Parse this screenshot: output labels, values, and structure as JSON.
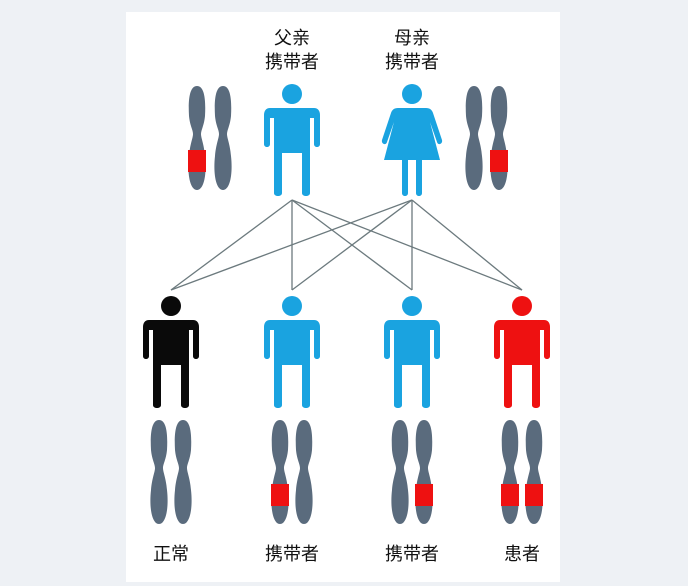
{
  "parents": {
    "father": {
      "line1": "父亲",
      "line2": "携带者",
      "color": "#1aa3e0"
    },
    "mother": {
      "line1": "母亲",
      "line2": "携带者",
      "color": "#1aa3e0"
    }
  },
  "children": [
    {
      "label": "正常",
      "color": "#0a0a0a",
      "marked": [
        false,
        false
      ]
    },
    {
      "label": "携带者",
      "color": "#1aa3e0",
      "marked": [
        true,
        false
      ]
    },
    {
      "label": "携带者",
      "color": "#1aa3e0",
      "marked": [
        false,
        true
      ]
    },
    {
      "label": "患者",
      "color": "#ee1111",
      "marked": [
        true,
        true
      ]
    }
  ],
  "colors": {
    "chromosome": "#5a6b7d",
    "gene_mark": "#ee1111",
    "connector": "#6c7a7e"
  }
}
